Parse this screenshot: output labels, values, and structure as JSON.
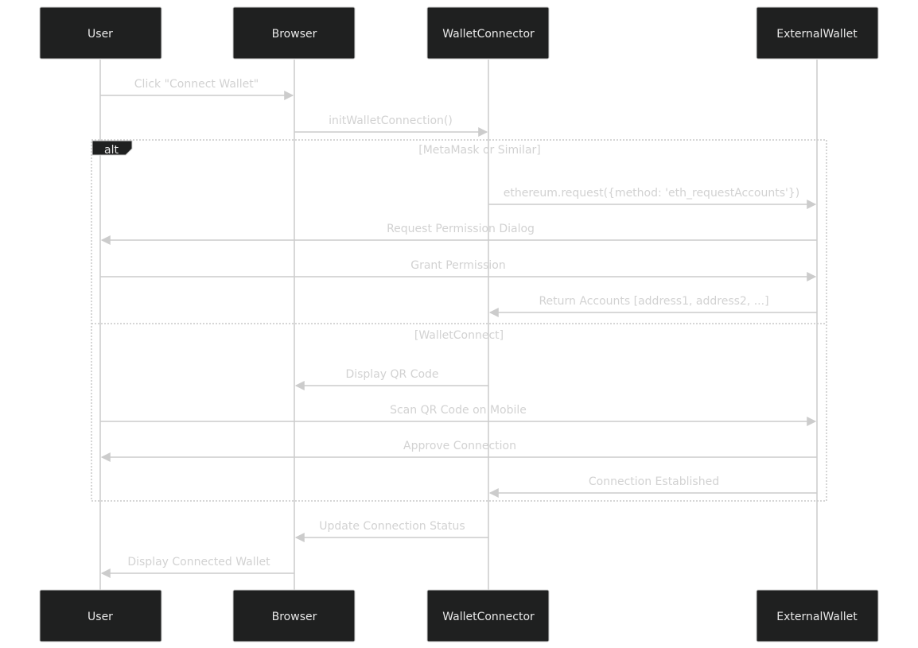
{
  "diagram": {
    "type": "sequence",
    "participants": [
      {
        "id": "user",
        "label": "User"
      },
      {
        "id": "browser",
        "label": "Browser"
      },
      {
        "id": "connector",
        "label": "WalletConnector"
      },
      {
        "id": "wallet",
        "label": "ExternalWallet"
      }
    ],
    "messages": [
      {
        "from": "user",
        "to": "browser",
        "text": "Click \"Connect Wallet\""
      },
      {
        "from": "browser",
        "to": "connector",
        "text": "initWalletConnection()"
      },
      {
        "from": "connector",
        "to": "wallet",
        "text": "ethereum.request({method: 'eth_requestAccounts'})"
      },
      {
        "from": "wallet",
        "to": "user",
        "text": "Request Permission Dialog"
      },
      {
        "from": "user",
        "to": "wallet",
        "text": "Grant Permission"
      },
      {
        "from": "wallet",
        "to": "connector",
        "text": "Return Accounts [address1, address2, ...]"
      },
      {
        "from": "connector",
        "to": "browser",
        "text": "Display QR Code"
      },
      {
        "from": "user",
        "to": "wallet",
        "text": "Scan QR Code on Mobile"
      },
      {
        "from": "wallet",
        "to": "user",
        "text": "Approve Connection"
      },
      {
        "from": "wallet",
        "to": "connector",
        "text": "Connection Established"
      },
      {
        "from": "connector",
        "to": "browser",
        "text": "Update Connection Status"
      },
      {
        "from": "browser",
        "to": "user",
        "text": "Display Connected Wallet"
      }
    ],
    "alt": {
      "label": "alt",
      "sections": [
        {
          "condition": "[MetaMask or Similar]"
        },
        {
          "condition": "[WalletConnect]"
        }
      ]
    }
  },
  "colors": {
    "actor_fill": "#1f2020",
    "line": "#cccccc",
    "text": "#d2d2d2"
  }
}
